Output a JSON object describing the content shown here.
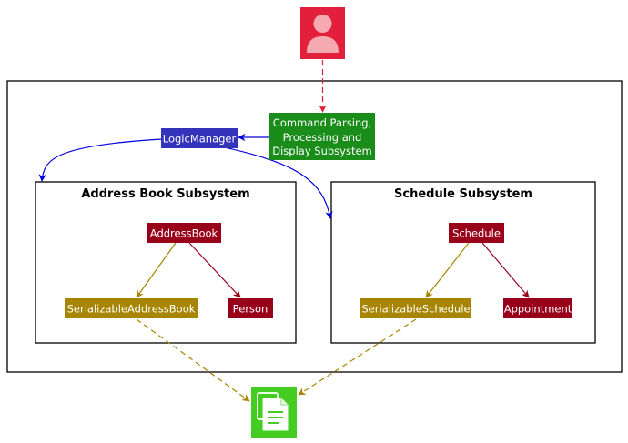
{
  "colors": {
    "user": "#E3203B",
    "logic": "#3333BB",
    "ui": "#1A8C1A",
    "model": "#99001A",
    "storage": "#A88500",
    "file": "#44CC22",
    "blue_arrow": "#0000DD"
  },
  "icons": {
    "user": "user-icon",
    "file": "file-icon"
  },
  "components": {
    "logic_manager": "LogicManager",
    "ui_line1": "Command Parsing,",
    "ui_line2": "Processing and",
    "ui_line3": "Display Subsystem",
    "address_book": "AddressBook",
    "serializable_address_book": "SerializableAddressBook",
    "person": "Person",
    "schedule": "Schedule",
    "serializable_schedule": "SerializableSchedule",
    "appointment": "Appointment"
  },
  "subsystems": {
    "address_book_title": "Address Book Subsystem",
    "schedule_title": "Schedule Subsystem"
  }
}
